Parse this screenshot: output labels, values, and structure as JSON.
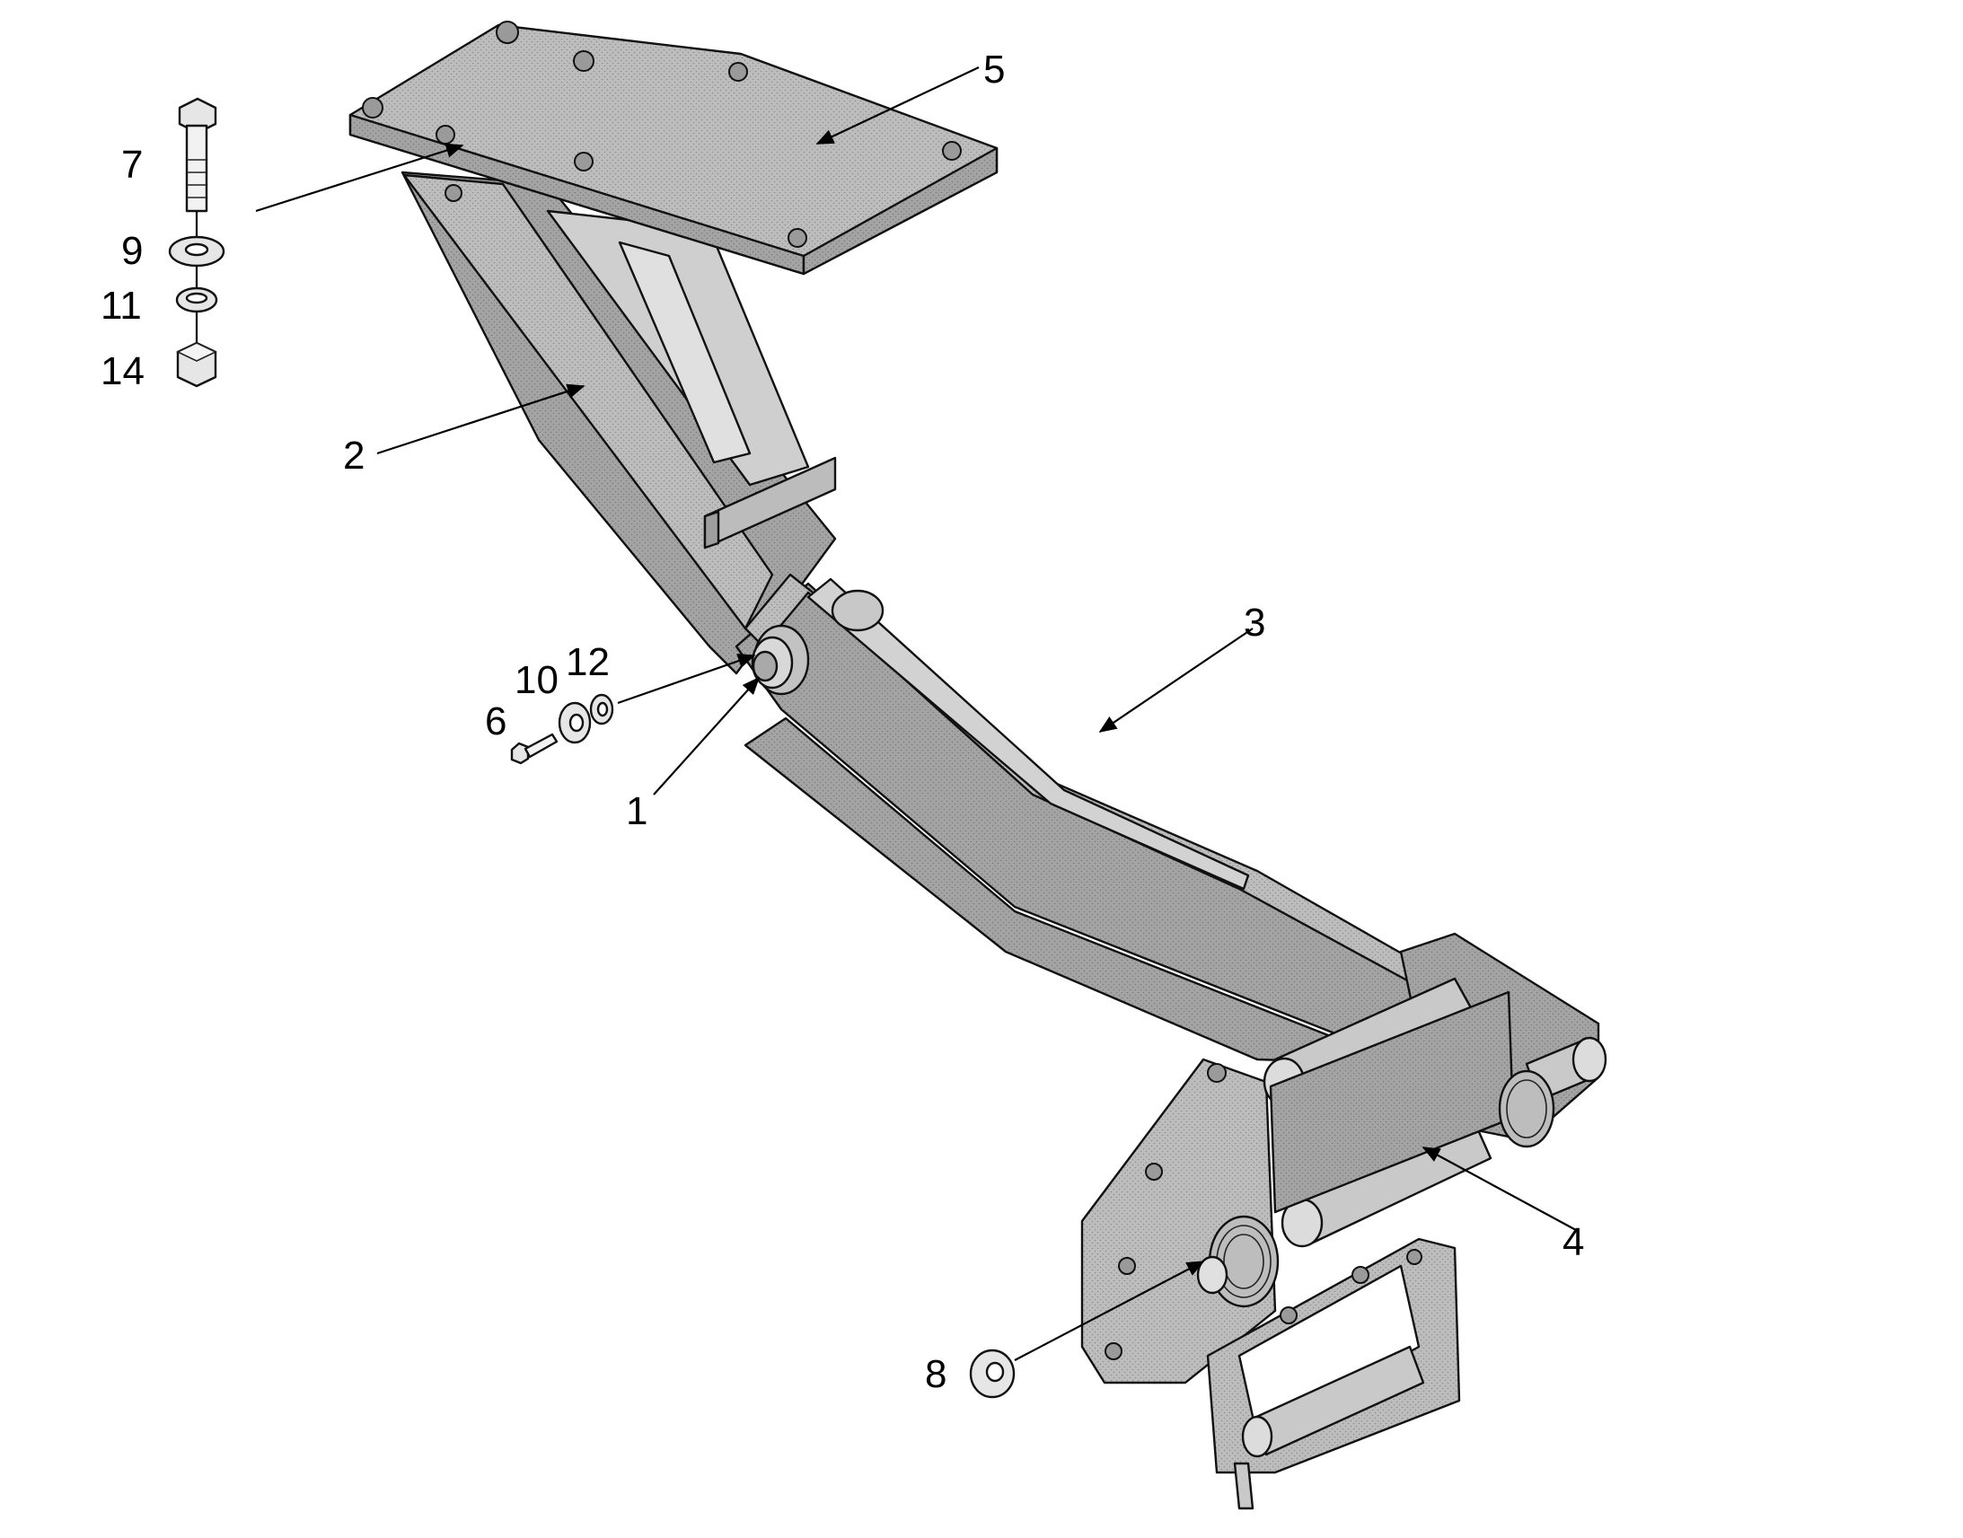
{
  "callouts": {
    "c1": "1",
    "c2": "2",
    "c3": "3",
    "c4": "4",
    "c5": "5",
    "c6": "6",
    "c7": "7",
    "c8": "8",
    "c9": "9",
    "c10": "10",
    "c11": "11",
    "c12": "12",
    "c14": "14"
  },
  "colors": {
    "part_fill": "#b9b9b9",
    "part_shadow": "#9b9b9b",
    "part_light": "#d4d4d4",
    "outline": "#111111"
  }
}
